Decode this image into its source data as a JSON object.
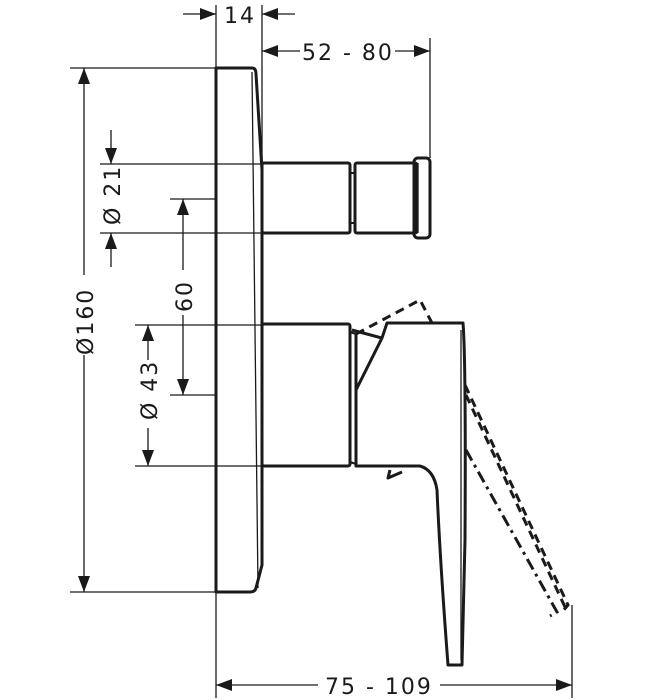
{
  "drawing": {
    "type": "technical dimension drawing",
    "subject": "concealed mixer with diverter, side view",
    "line_color": "#1a1a1a",
    "background": "#ffffff"
  },
  "dimensions": {
    "plate_depth": "14",
    "diverter_projection": "52 - 80",
    "plate_diameter": "Ø160",
    "diverter_diameter": "Ø 21",
    "axis_distance": "60",
    "lever_base_diameter": "Ø 43",
    "total_projection": "75 - 109"
  }
}
